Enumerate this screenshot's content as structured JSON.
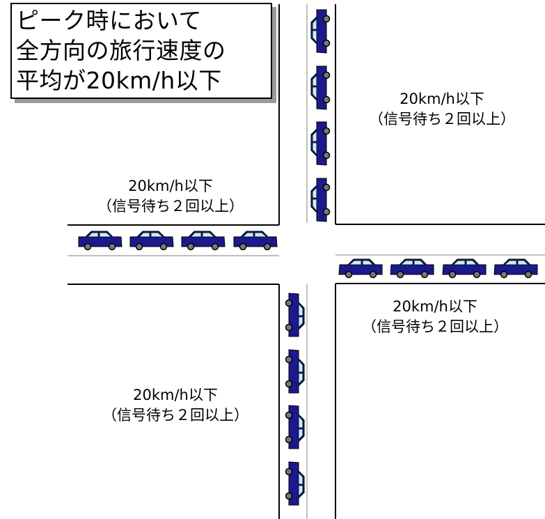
{
  "title": {
    "lines": [
      "ピーク時において",
      "全方向の旅行速度の",
      "平均が20km/h以下"
    ]
  },
  "zones": [
    {
      "id": "top-right",
      "speed": "20km/h以下",
      "signal": "（信号待ち２回以上）"
    },
    {
      "id": "top-left",
      "speed": "20km/h以下",
      "signal": "（信号待ち２回以上）"
    },
    {
      "id": "bottom-right",
      "speed": "20km/h以下",
      "signal": "（信号待ち２回以上）"
    },
    {
      "id": "bottom-left",
      "speed": "20km/h以下",
      "signal": "（信号待ち２回以上）"
    }
  ],
  "colors": {
    "car_body": "#1a1a8c",
    "car_window": "#c8eef0",
    "road_edge": "#000000",
    "lane_line": "#c0c0c0",
    "shadow": "#9a9a9a"
  },
  "vehicles": {
    "northbound_queue": 4,
    "southbound_queue": 4,
    "westbound_queue": 4,
    "eastbound_queue": 4
  }
}
